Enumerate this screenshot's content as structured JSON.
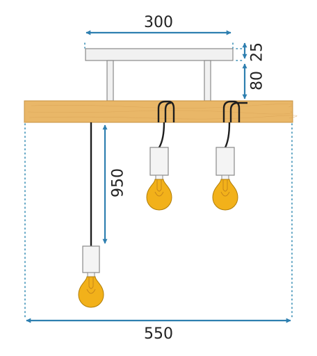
{
  "dimensions": {
    "canopy_width": "300",
    "canopy_height": "25",
    "mount_height": "80",
    "cable_length": "950",
    "beam_length": "550"
  },
  "colors": {
    "dimension_line": "#2e7fb0",
    "guide_dots": "#3a8fb5",
    "wood": "#e9b768",
    "wood_edge": "#c7913f",
    "bulb": "#f2b11a",
    "bulb_edge": "#b07d07",
    "filament": "#c7861a",
    "socket": "#f4f4f4",
    "canopy": "#f1f1f1",
    "outline": "#8a8a8a",
    "cable": "#1e1e1e",
    "text": "#222222"
  },
  "icons": {
    "lamp": "pendant-bulb-icon"
  }
}
